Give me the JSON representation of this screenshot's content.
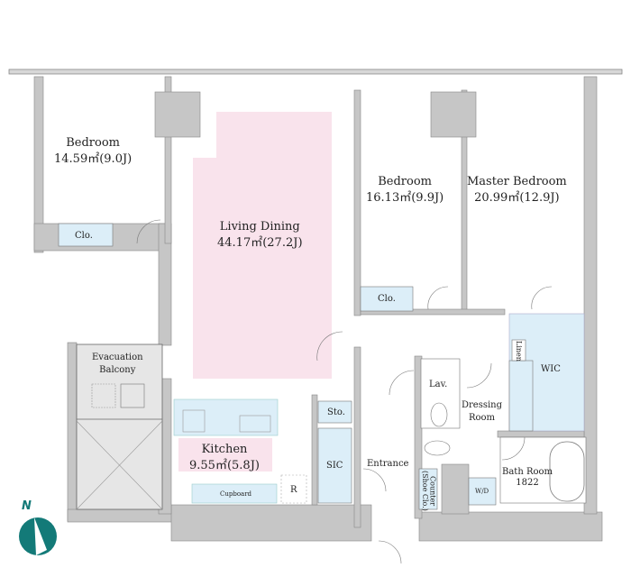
{
  "rooms": {
    "bedroom_left": {
      "name": "Bedroom",
      "area": "14.59㎡(9.0J)"
    },
    "living": {
      "name": "Living Dining",
      "area": "44.17㎡(27.2J)"
    },
    "bedroom_mid": {
      "name": "Bedroom",
      "area": "16.13㎡(9.9J)"
    },
    "master": {
      "name": "Master Bedroom",
      "area": "20.99㎡(12.9J)"
    },
    "kitchen": {
      "name": "Kitchen",
      "area": "9.55㎡(5.8J)"
    },
    "evacuation": {
      "name1": "Evacuation",
      "name2": "Balcony"
    },
    "clo_left": "Clo.",
    "clo_mid": "Clo.",
    "wic": "WIC",
    "linen": "Linen",
    "lav": "Lav.",
    "dressing": {
      "name1": "Dressing",
      "name2": "Room"
    },
    "sto": "Sto.",
    "sic": "SIC",
    "entrance": "Entrance",
    "counter": {
      "name1": "Counter",
      "name2": "(Shoe Clo.)"
    },
    "wd": "W/D",
    "bath": {
      "name": "Bath Room",
      "code": "1822"
    },
    "cupboard": "Cupboard",
    "r": "R"
  },
  "compass": {
    "label": "N"
  },
  "colors": {
    "wall": "#c6c6c6",
    "living": "#f9e3ec",
    "storage": "#dceef8",
    "compass": "#137a78"
  }
}
